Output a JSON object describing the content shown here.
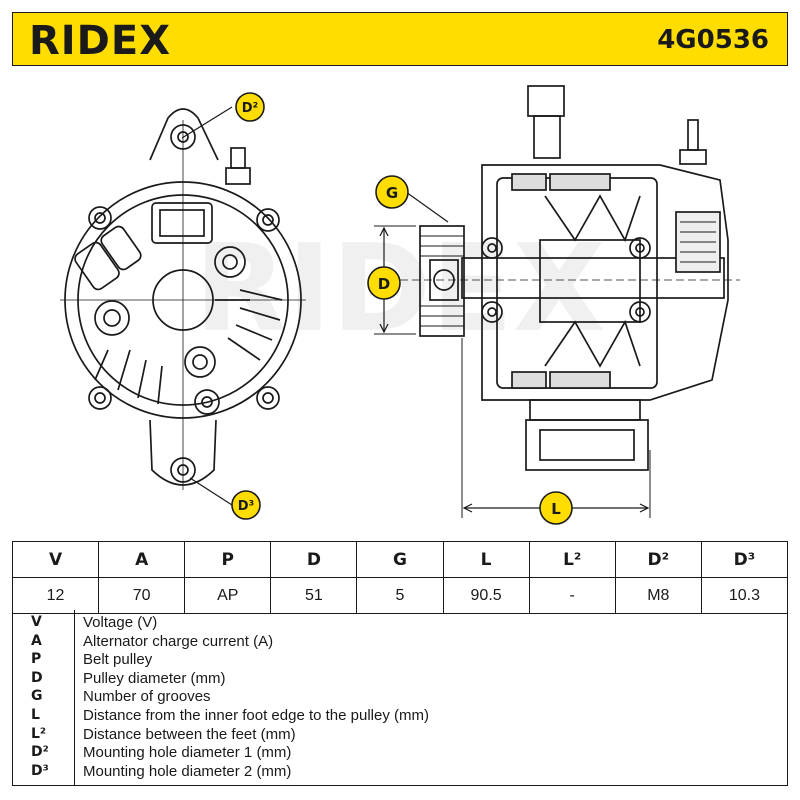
{
  "header": {
    "brand": "RIDEX",
    "part_number": "4G0536",
    "brand_color": "#ffdd00"
  },
  "drawing": {
    "callouts": {
      "d2": "D²",
      "d3": "D³",
      "g": "G",
      "d": "D",
      "l": "L"
    },
    "watermark": "RIDEX"
  },
  "spec_table": {
    "headers": [
      "V",
      "A",
      "P",
      "D",
      "G",
      "L",
      "L²",
      "D²",
      "D³"
    ],
    "values": [
      "12",
      "70",
      "AP",
      "51",
      "5",
      "90.5",
      "-",
      "M8",
      "10.3"
    ]
  },
  "legend": [
    {
      "key": "V",
      "desc": "Voltage (V)"
    },
    {
      "key": "A",
      "desc": "Alternator charge current (A)"
    },
    {
      "key": "P",
      "desc": "Belt pulley"
    },
    {
      "key": "D",
      "desc": "Pulley diameter (mm)"
    },
    {
      "key": "G",
      "desc": "Number of grooves"
    },
    {
      "key": "L",
      "desc": "Distance from the inner foot edge to the pulley (mm)"
    },
    {
      "key": "L²",
      "desc": "Distance between the feet (mm)"
    },
    {
      "key": "D²",
      "desc": "Mounting hole diameter 1 (mm)"
    },
    {
      "key": "D³",
      "desc": "Mounting hole diameter 2 (mm)"
    }
  ]
}
